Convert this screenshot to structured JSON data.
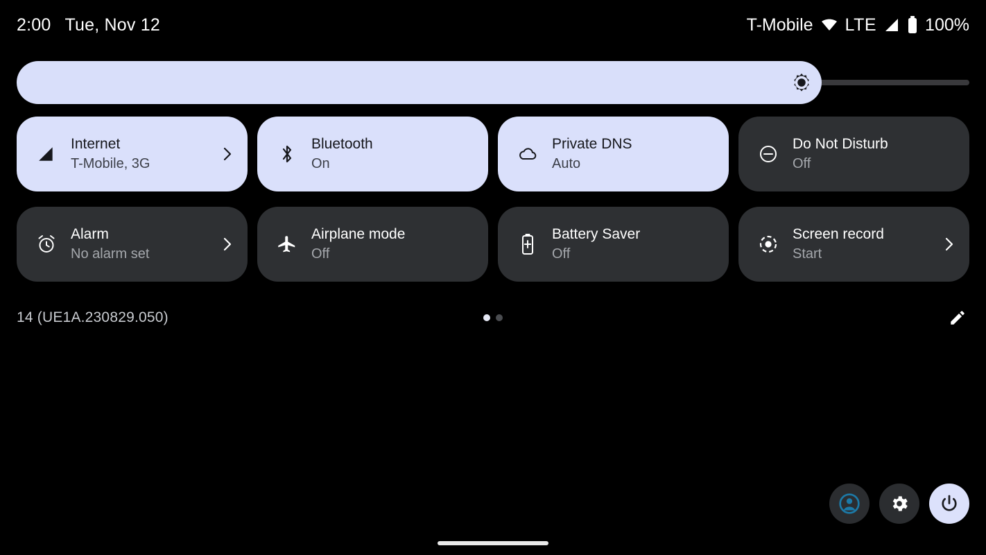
{
  "statusbar": {
    "time": "2:00",
    "date": "Tue, Nov 12",
    "carrier": "T-Mobile",
    "network_type": "LTE",
    "battery_percent": "100%",
    "wifi_icon": "wifi-icon",
    "signal_icon": "cell-signal-icon",
    "battery_icon": "battery-full-icon"
  },
  "brightness": {
    "label": "Brightness",
    "icon": "brightness-icon",
    "level_percent": 84,
    "fill_color": "#d9dffa",
    "track_color": "#39393c"
  },
  "tiles": [
    {
      "title": "Internet",
      "subtitle": "T-Mobile, 3G",
      "icon": "cell-signal-icon",
      "state": "active",
      "has_chevron": true,
      "name": "tile-internet"
    },
    {
      "title": "Bluetooth",
      "subtitle": "On",
      "icon": "bluetooth-icon",
      "state": "active",
      "has_chevron": false,
      "name": "tile-bluetooth"
    },
    {
      "title": "Private DNS",
      "subtitle": "Auto",
      "icon": "cloud-icon",
      "state": "active",
      "has_chevron": false,
      "name": "tile-private-dns"
    },
    {
      "title": "Do Not Disturb",
      "subtitle": "Off",
      "icon": "do-not-disturb-icon",
      "state": "inactive",
      "has_chevron": false,
      "name": "tile-do-not-disturb"
    },
    {
      "title": "Alarm",
      "subtitle": "No alarm set",
      "icon": "alarm-clock-icon",
      "state": "inactive",
      "has_chevron": true,
      "name": "tile-alarm"
    },
    {
      "title": "Airplane mode",
      "subtitle": "Off",
      "icon": "airplane-icon",
      "state": "inactive",
      "has_chevron": false,
      "name": "tile-airplane-mode"
    },
    {
      "title": "Battery Saver",
      "subtitle": "Off",
      "icon": "battery-saver-icon",
      "state": "inactive",
      "has_chevron": false,
      "name": "tile-battery-saver"
    },
    {
      "title": "Screen record",
      "subtitle": "Start",
      "icon": "screen-record-icon",
      "state": "inactive",
      "has_chevron": true,
      "name": "tile-screen-record"
    }
  ],
  "footer": {
    "build": "14 (UE1A.230829.050)",
    "page_indicator": {
      "total": 2,
      "active_index": 0
    },
    "edit_icon": "pencil-edit-icon"
  },
  "actions": [
    {
      "name": "user-switcher-button",
      "icon": "user-avatar-icon",
      "style": "dark",
      "accent": "#1c7aa8"
    },
    {
      "name": "settings-button",
      "icon": "gear-icon",
      "style": "dark",
      "accent": "#ffffff"
    },
    {
      "name": "power-button",
      "icon": "power-icon",
      "style": "light",
      "accent": "#1b1c20"
    }
  ],
  "colors": {
    "background": "#000000",
    "tile_active": "#dae0fb",
    "tile_inactive": "#2e3033",
    "text_on_active": "#16171c",
    "text_on_inactive": "#ffffff"
  }
}
